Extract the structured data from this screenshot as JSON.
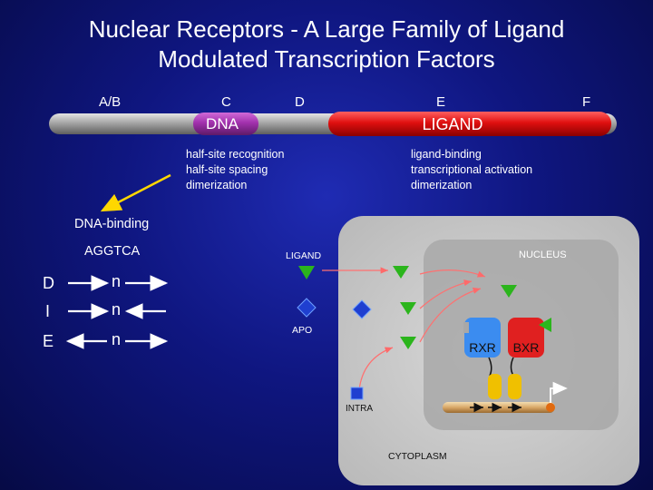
{
  "title_line1": "Nuclear Receptors - A Large Family of Ligand",
  "title_line2": "Modulated Transcription Factors",
  "domains": {
    "ab": "A/B",
    "c": "C",
    "d": "D",
    "e": "E",
    "f": "F"
  },
  "bar_labels": {
    "dna": "DNA",
    "ligand": "LIGAND"
  },
  "dna_notes": "half-site recognition\nhalf-site spacing\ndimerization",
  "ligand_notes": "ligand-binding\ntranscriptional activation\ndimerization",
  "dna_binding_label": "DNA-binding",
  "motif": "AGGTCA",
  "spacing": [
    {
      "type": "D",
      "n": "n"
    },
    {
      "type": "I",
      "n": "n"
    },
    {
      "type": "E",
      "n": "n"
    }
  ],
  "cell": {
    "ligand": "LIGAND",
    "apo": "APO",
    "nucleus": "NUCLEUS",
    "rxr": "RXR",
    "bxr": "BXR",
    "intra": "INTRA",
    "cytoplasm": "CYTOPLASM"
  },
  "colors": {
    "background": "#0f1680",
    "bar_gray": "#9a9a9a",
    "dna_domain": "#9b2fa8",
    "ligand_domain": "#e01010",
    "ligand_triangle": "#2bb51c",
    "apo_diamond": "#1f3fd0",
    "rxr": "#3b8cf0",
    "bxr": "#e02020",
    "coactivator": "#f0c000",
    "arrow_red": "#ff6a6a"
  }
}
